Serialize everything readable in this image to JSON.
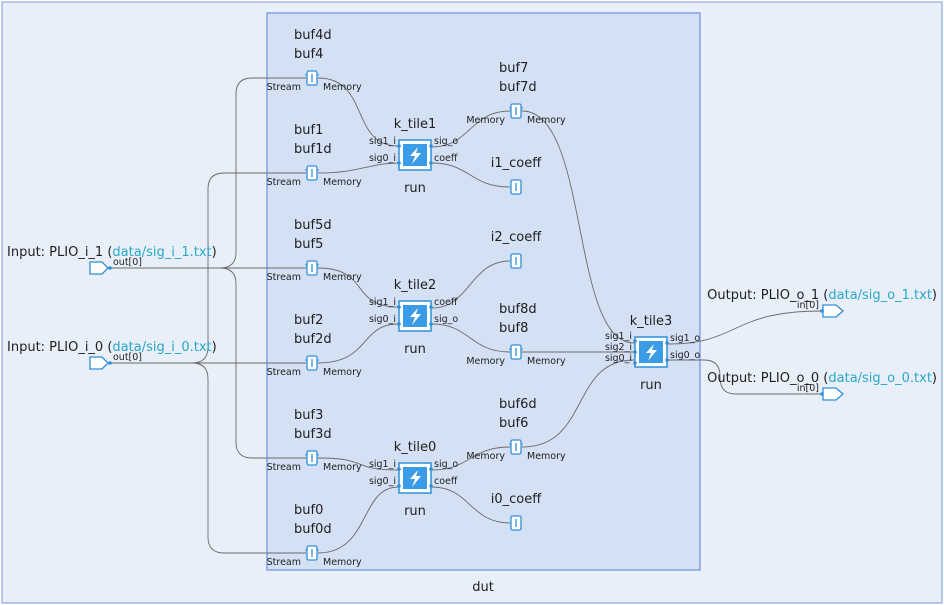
{
  "graph": {
    "name": "dut",
    "inputs": [
      {
        "id": "in1",
        "prefix": "Input: PLIO_i_1 (",
        "file": "data/sig_i_1.txt",
        "suffix": ")",
        "port": "out[0]"
      },
      {
        "id": "in0",
        "prefix": "Input: PLIO_i_0 (",
        "file": "data/sig_i_0.txt",
        "suffix": ")",
        "port": "out[0]"
      }
    ],
    "outputs": [
      {
        "id": "out1",
        "prefix": "Output: PLIO_o_1 (",
        "file": "data/sig_o_1.txt",
        "suffix": ")",
        "port": "in[0]"
      },
      {
        "id": "out0",
        "prefix": "Output: PLIO_o_0 (",
        "file": "data/sig_o_0.txt",
        "suffix": ")",
        "port": "in[0]"
      }
    ],
    "kernels": [
      {
        "id": "k_tile1",
        "name": "k_tile1",
        "func": "run",
        "left_ports": [
          "sig1_i",
          "sig0_i"
        ],
        "right_ports": [
          "sig_o",
          "coeff"
        ]
      },
      {
        "id": "k_tile2",
        "name": "k_tile2",
        "func": "run",
        "left_ports": [
          "sig1_i",
          "sig0_i"
        ],
        "right_ports": [
          "coeff",
          "sig_o"
        ]
      },
      {
        "id": "k_tile0",
        "name": "k_tile0",
        "func": "run",
        "left_ports": [
          "sig1_i",
          "sig0_i"
        ],
        "right_ports": [
          "sig_o",
          "coeff"
        ]
      },
      {
        "id": "k_tile3",
        "name": "k_tile3",
        "func": "run",
        "left_ports": [
          "sig1_i",
          "sig2_i",
          "sig0_i"
        ],
        "right_ports": [
          "sig1_o",
          "sig0_o"
        ]
      }
    ],
    "buffers": [
      {
        "id": "buf4",
        "names": [
          "buf4d",
          "buf4"
        ],
        "left": "Stream",
        "right": "Memory"
      },
      {
        "id": "buf1",
        "names": [
          "buf1",
          "buf1d"
        ],
        "left": "Stream",
        "right": "Memory"
      },
      {
        "id": "buf5",
        "names": [
          "buf5d",
          "buf5"
        ],
        "left": "Stream",
        "right": "Memory"
      },
      {
        "id": "buf2",
        "names": [
          "buf2",
          "buf2d"
        ],
        "left": "Stream",
        "right": "Memory"
      },
      {
        "id": "buf3",
        "names": [
          "buf3",
          "buf3d"
        ],
        "left": "Stream",
        "right": "Memory"
      },
      {
        "id": "buf0",
        "names": [
          "buf0",
          "buf0d"
        ],
        "left": "Stream",
        "right": "Memory"
      },
      {
        "id": "buf7",
        "names": [
          "buf7",
          "buf7d"
        ],
        "left": "Memory",
        "right": "Memory"
      },
      {
        "id": "buf8",
        "names": [
          "buf8d",
          "buf8"
        ],
        "left": "Memory",
        "right": "Memory"
      },
      {
        "id": "buf6",
        "names": [
          "buf6d",
          "buf6"
        ],
        "left": "Memory",
        "right": "Memory"
      }
    ],
    "coeffs": [
      {
        "id": "i1_coeff",
        "name": "i1_coeff"
      },
      {
        "id": "i2_coeff",
        "name": "i2_coeff"
      },
      {
        "id": "i0_coeff",
        "name": "i0_coeff"
      }
    ]
  },
  "colors": {
    "outer_fill": "#e9eff9",
    "outer_stroke": "#90a9e3",
    "graph_fill": "#d4e0f3",
    "graph_stroke": "#7b9fe6",
    "node_stroke": "#2f8fd8",
    "kernel_fill": "#3a9be6",
    "link": "#2aa7c9",
    "wire": "#6b6b6b"
  }
}
